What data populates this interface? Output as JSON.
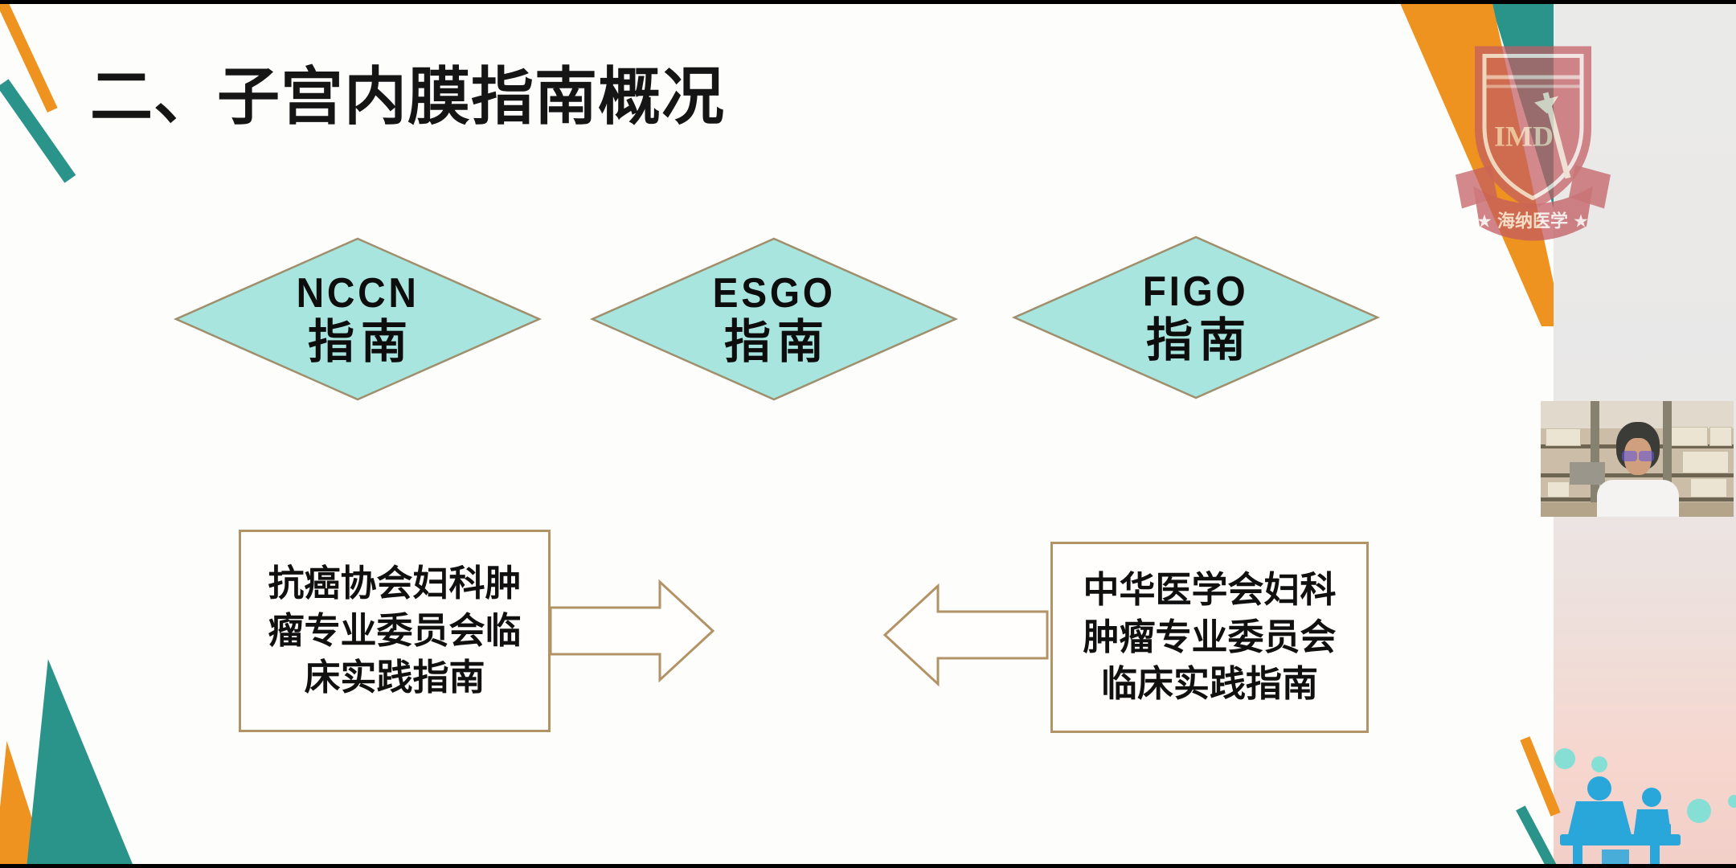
{
  "slide": {
    "title": "二、子宫内膜指南概况",
    "diamonds": [
      {
        "abbr": "NCCN",
        "label": "指南"
      },
      {
        "abbr": "ESGO",
        "label": "指南"
      },
      {
        "abbr": "FIGO",
        "label": "指南"
      }
    ],
    "left_box": {
      "line1": "抗癌协会妇科肿",
      "line2": "瘤专业委员会临",
      "line3": "床实践指南"
    },
    "right_box": {
      "line1": "中华医学会妇科",
      "line2": "肿瘤专业委员会",
      "line3": "临床实践指南"
    }
  },
  "logo": {
    "abbr": "IMD",
    "banner": "★ 海纳医学 ★"
  },
  "colors": {
    "accent_orange": "#ee9320",
    "accent_teal": "#2b948a",
    "diamond_fill": "#a8e5de",
    "diamond_border": "#9f8f6d",
    "box_border": "#b29366",
    "logo_red": "#c35c61",
    "silhouette_blue": "#2aa7da",
    "dot_teal": "#86dfd4",
    "panel_gray": "#eaeae9",
    "panel_pink": "#f2cfc8"
  }
}
